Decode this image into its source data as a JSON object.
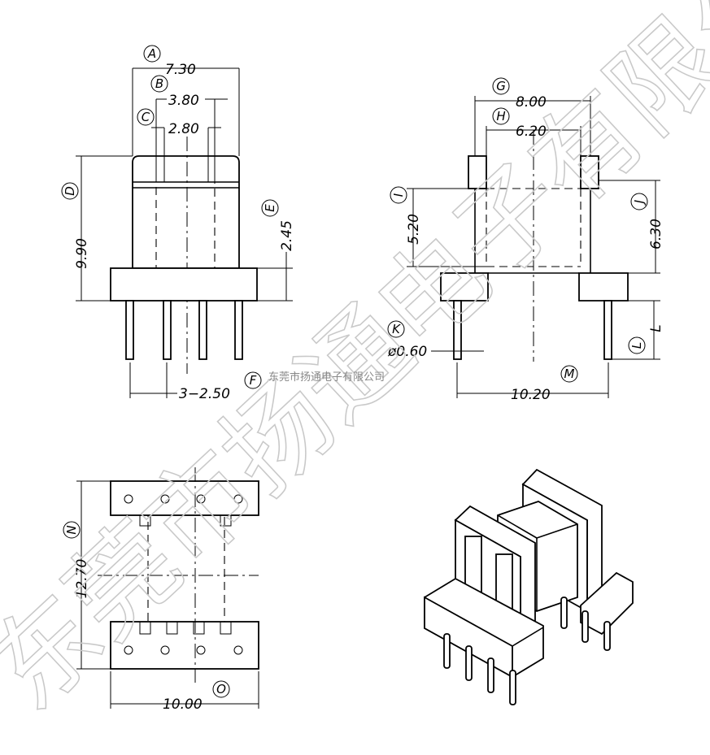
{
  "watermark": {
    "large_text": "东莞市扬通电子有限公司",
    "small_text": "东莞市扬通电子有限公司"
  },
  "front_view": {
    "A": {
      "letter": "A",
      "value": "7.30"
    },
    "B": {
      "letter": "B",
      "value": "3.80"
    },
    "C": {
      "letter": "C",
      "value": "2.80"
    },
    "D": {
      "letter": "D",
      "value": "9.90"
    },
    "E": {
      "letter": "E",
      "value": "2.45"
    },
    "F": {
      "letter": "F",
      "value": "3−2.50"
    }
  },
  "side_view": {
    "G": {
      "letter": "G",
      "value": "8.00"
    },
    "H": {
      "letter": "H",
      "value": "6.20"
    },
    "I": {
      "letter": "I",
      "value": "5.20"
    },
    "J": {
      "letter": "J",
      "value": "6.30"
    },
    "K": {
      "letter": "K",
      "value": "ø0.60"
    },
    "L": {
      "letter": "L",
      "value": "L"
    },
    "M": {
      "letter": "M",
      "value": "10.20"
    }
  },
  "bottom_view": {
    "N": {
      "letter": "N",
      "value": "12.70"
    },
    "O": {
      "letter": "O",
      "value": "10.00"
    }
  },
  "colors": {
    "line": "#000000",
    "watermark": "#c9c9c9",
    "background": "#ffffff"
  }
}
